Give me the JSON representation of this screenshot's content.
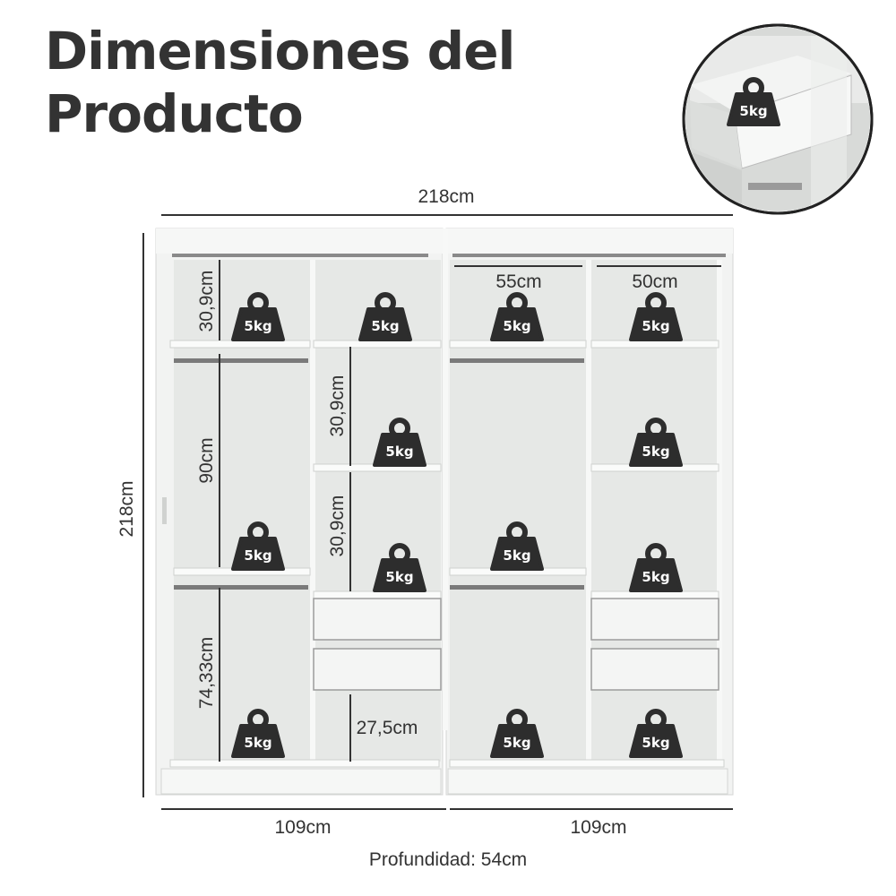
{
  "title": {
    "line1": "Dimensiones del",
    "line2": "Producto"
  },
  "weight_label": "5kg",
  "dimensions": {
    "total_width": "218cm",
    "total_height": "218cm",
    "left_width": "109cm",
    "right_width": "109cm",
    "top_shelf_height": "30,9cm",
    "hanging_upper": "90cm",
    "hanging_lower": "74,33cm",
    "middle_shelf_1": "30,9cm",
    "middle_shelf_2": "30,9cm",
    "bottom_space": "27,5cm",
    "right_col_a": "55cm",
    "right_col_b": "50cm"
  },
  "depth_label": "Profundidad: 54cm",
  "colors": {
    "text": "#333333",
    "weight_icon": "#2d2d2d",
    "cabinet": "#f2f3f2",
    "panel": "#e6e8e6"
  }
}
